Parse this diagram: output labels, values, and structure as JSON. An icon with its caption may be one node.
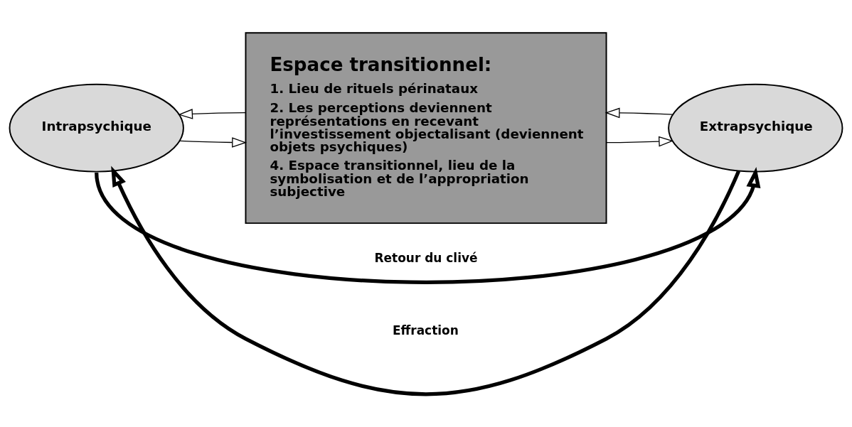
{
  "diagram": {
    "nodes": [
      {
        "text": [
          "Intrapsychique"
        ]
      },
      {
        "text": [
          "Espace transitionnel:",
          "1. Lieu de rituels périnataux",
          "2. Les perceptions deviennent représentations en recevant l’investissement objectalisant (deviennent objets psychiques)",
          "4. Espace transitionnel, lieu de la symbolisation et de l’appropriation subjective"
        ]
      },
      {
        "text": [
          "Extrapsychique"
        ]
      }
    ],
    "edges": [
      {
        "from": 2,
        "to": 0,
        "arrow": "to",
        "label": "Effraction",
        "style": "thick"
      },
      {
        "from": 0,
        "to": 1,
        "arrow": "to"
      },
      {
        "from": 1,
        "to": 0,
        "arrow": "to"
      },
      {
        "from": 1,
        "to": 2,
        "arrow": "to"
      },
      {
        "from": 2,
        "to": 1,
        "arrow": "to"
      },
      {
        "from": 0,
        "to": 2,
        "arrow": "to",
        "label": "Retour du clivé",
        "style": "thick"
      }
    ]
  }
}
